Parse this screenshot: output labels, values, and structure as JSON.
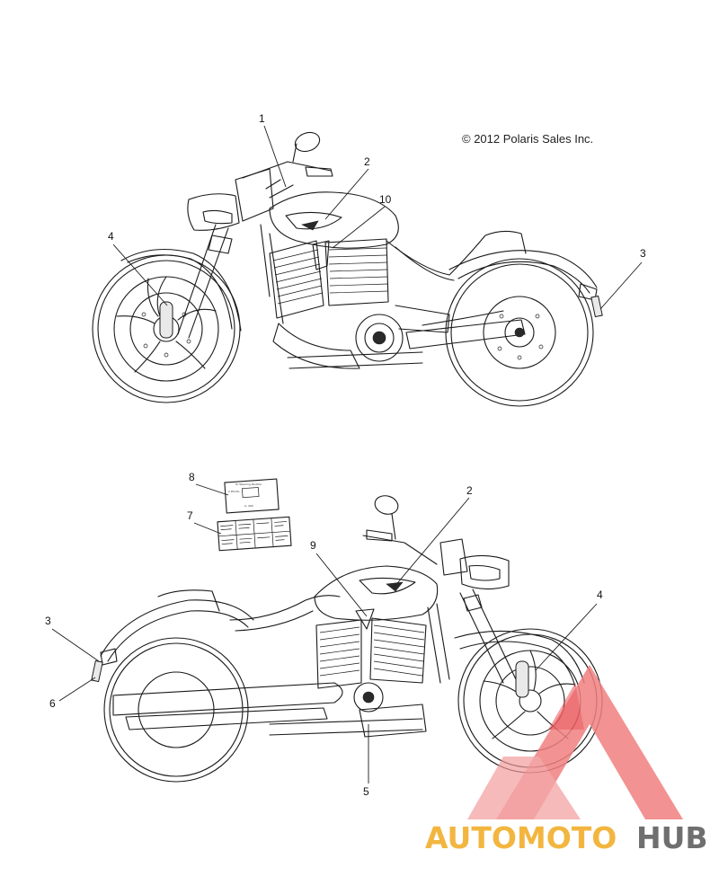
{
  "copyright": "© 2012 Polaris Sales Inc.",
  "callouts": {
    "top": [
      "1",
      "2",
      "10",
      "4",
      "3"
    ],
    "bottom": [
      "8",
      "7",
      "2",
      "9",
      "4",
      "3",
      "6",
      "5"
    ]
  },
  "decal_8_text": [
    "To Steering Position",
    "2 PSI No",
    "A. 400"
  ],
  "watermark": {
    "brand_a": "AUTOMOTO",
    "brand_b": "HUB",
    "colors": {
      "orange": "#f2b640",
      "red": "#e8474d",
      "gray": "#6f6f6f",
      "triangle": "#f07f7f"
    }
  }
}
